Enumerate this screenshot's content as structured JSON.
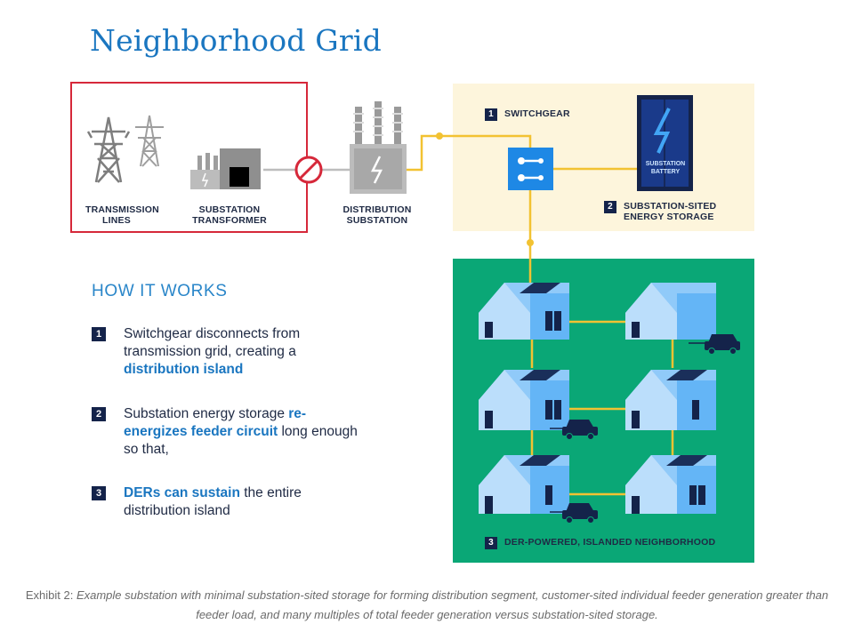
{
  "title": "Neighborhood Grid",
  "labels": {
    "transmission_lines": "TRANSMISSION LINES",
    "substation_transformer": "SUBSTATION TRANSFORMER",
    "distribution_substation": "DISTRIBUTION SUBSTATION",
    "switchgear": "SWITCHGEAR",
    "substation_battery": "SUBSTATION BATTERY",
    "energy_storage": "SUBSTATION-SITED ENERGY STORAGE",
    "neighborhood": "DER-POWERED, ISLANDED NEIGHBORHOOD"
  },
  "numbers": {
    "one": "1",
    "two": "2",
    "three": "3"
  },
  "how_it_works": "HOW IT WORKS",
  "steps": [
    {
      "num": "1",
      "pre": "Switchgear disconnects from transmission grid, creating a ",
      "hl": "distribution island",
      "post": ""
    },
    {
      "num": "2",
      "pre": "Substation energy storage ",
      "hl": "re-energizes feeder circuit",
      "post": " long enough so that,"
    },
    {
      "num": "3",
      "pre": "",
      "hl": "DERs can sustain",
      "post": " the entire distribution island"
    }
  ],
  "caption": {
    "prefix": "Exhibit 2: ",
    "text": "Example substation with minimal substation-sited storage for forming distribution segment, customer-sited individual feeder generation greater than feeder load, and many multiples of total feeder generation versus substation-sited storage."
  },
  "colors": {
    "title": "#1a76c0",
    "disconnect_red": "#d6283a",
    "wire_yellow": "#f2c232",
    "panel_cream": "#fdf5dc",
    "neighborhood_green": "#0aa776",
    "switch_blue": "#1e88e5",
    "navy": "#14234a"
  }
}
